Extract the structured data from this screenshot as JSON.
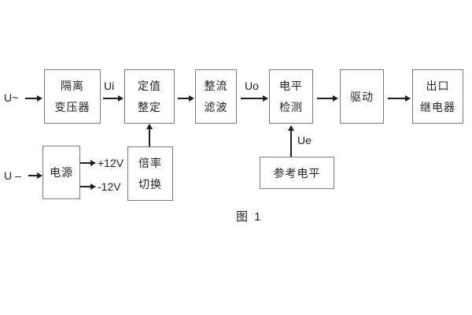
{
  "colors": {
    "background": "#ffffff",
    "box_border": "#7b7b7b",
    "text": "#232323",
    "line": "#1f1f1f"
  },
  "diagram": {
    "caption": "图 1",
    "inputs": {
      "ac": "U~",
      "dc": "U –"
    },
    "signal_labels": {
      "ui": "Ui",
      "uo": "Uo",
      "ue": "Ue"
    },
    "power_rails": {
      "positive": "+12V",
      "negative": "-12V"
    },
    "blocks": {
      "isolation_transformer": {
        "line1": "隔离",
        "line2": "变压器"
      },
      "setting_adjustment": {
        "line1": "定值",
        "line2": "整定"
      },
      "rectifier_filter": {
        "line1": "整流",
        "line2": "滤波"
      },
      "level_detection": {
        "line1": "电平",
        "line2": "检测"
      },
      "driver": {
        "line1": "驱动"
      },
      "output_relay": {
        "line1": "出口",
        "line2": "继电器"
      },
      "power_supply": {
        "line1": "电源"
      },
      "ratio_switch": {
        "line1": "倍率",
        "line2": "切换"
      },
      "reference_level": {
        "line1": "参考电平"
      }
    }
  }
}
